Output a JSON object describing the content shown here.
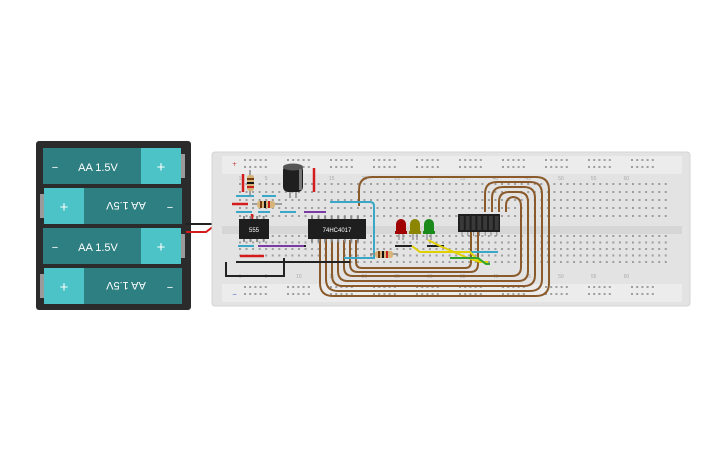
{
  "battery_pack": {
    "cells": [
      {
        "label": "AA 1.5V",
        "orientation": "normal",
        "minus": "−",
        "plus": "+"
      },
      {
        "label": "AA 1.5V",
        "orientation": "flipped",
        "minus": "−",
        "plus": "+"
      },
      {
        "label": "AA 1.5V",
        "orientation": "normal",
        "minus": "−",
        "plus": "+"
      },
      {
        "label": "AA 1.5V",
        "orientation": "flipped",
        "minus": "−",
        "plus": "+"
      }
    ]
  },
  "chips": {
    "timer": {
      "label": "555"
    },
    "counter": {
      "label": "74HC4017"
    }
  },
  "breadboard": {
    "column_numbers_top": [
      "1",
      "5",
      "10",
      "15",
      "20",
      "25",
      "30",
      "35",
      "40",
      "45",
      "50",
      "55",
      "60"
    ],
    "column_numbers_bottom": [
      "1",
      "5",
      "10",
      "15",
      "20",
      "25",
      "30",
      "35",
      "40",
      "45",
      "50",
      "55",
      "60"
    ]
  },
  "leds": {
    "colors": [
      "#a00000",
      "#8b8500",
      "#1a8a1a"
    ]
  },
  "colors": {
    "battery_case": "#2b2b2b",
    "battery_cell": "#2e7f82",
    "battery_terminal": "#4cc3c6",
    "breadboard": "#e3e3e3",
    "wire_brown": "#8a5a2b",
    "wire_red": "#d41c1c",
    "wire_black": "#222222",
    "wire_cyan": "#3aa7c8",
    "wire_purple": "#7b3aa6",
    "wire_yellow": "#e0d000",
    "wire_green": "#2fa52f"
  }
}
